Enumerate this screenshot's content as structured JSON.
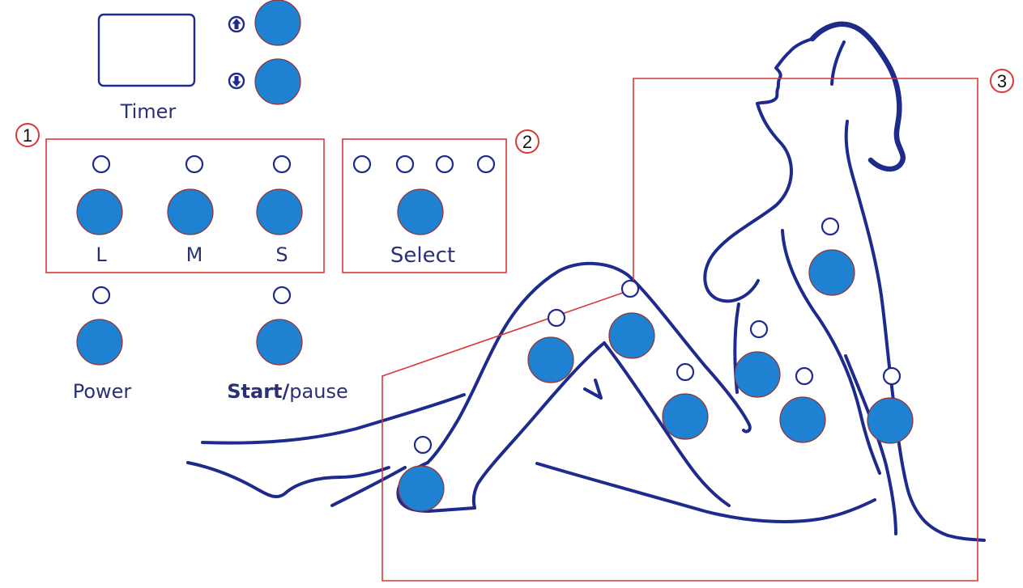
{
  "timer": {
    "label": "Timer",
    "up_icon": "arrow-up-icon",
    "down_icon": "arrow-down-icon"
  },
  "section1": {
    "number": "1",
    "buttons": [
      "L",
      "M",
      "S"
    ]
  },
  "section2": {
    "number": "2",
    "button_label": "Select"
  },
  "section3": {
    "number": "3"
  },
  "power": {
    "label": "Power"
  },
  "start_pause": {
    "label_bold": "Start/",
    "label_regular": "pause"
  },
  "colors": {
    "button": "#1e81d1",
    "line": "#1f2b8c",
    "text": "#2a3175",
    "frame": "#d83838",
    "numeral": "#111111"
  }
}
